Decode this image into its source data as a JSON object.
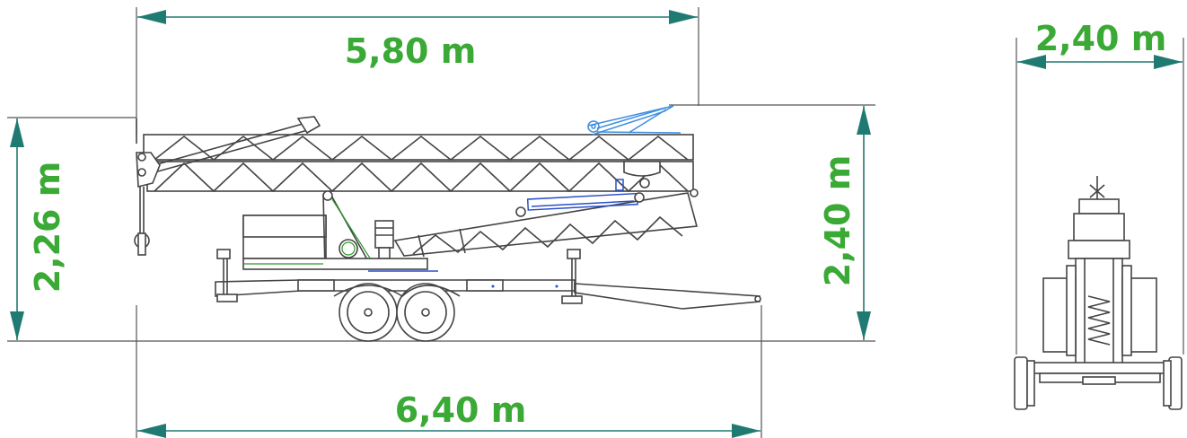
{
  "colors": {
    "label": "#3aa935",
    "arrow": "#1f7a72",
    "line": "#555555"
  },
  "dimensions": {
    "top_length": "5,80 m",
    "bottom_length": "6,40 m",
    "left_height": "2,26 m",
    "right_height": "2,40 m",
    "rear_width": "2,40 m"
  }
}
